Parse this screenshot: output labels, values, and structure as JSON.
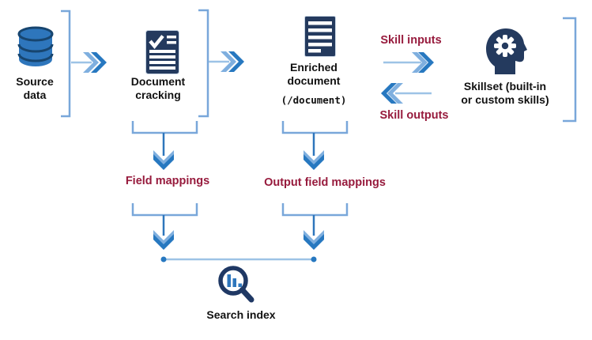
{
  "diagram": {
    "nodes": {
      "source_data": {
        "label": "Source\ndata"
      },
      "document_cracking": {
        "label": "Document\ncracking"
      },
      "enriched_document": {
        "label": "Enriched\ndocument",
        "path": "(/document)"
      },
      "skillset": {
        "label": "Skillset (built-in\nor custom skills)"
      },
      "search_index": {
        "label": "Search index"
      }
    },
    "labels": {
      "skill_inputs": "Skill inputs",
      "skill_outputs": "Skill outputs",
      "field_mappings": "Field mappings",
      "output_field_mappings": "Output field mappings"
    },
    "icons": {
      "source_data": "database-icon",
      "document_cracking": "document-check-icon",
      "enriched_document": "document-text-icon",
      "skillset": "head-gear-icon",
      "search_index": "magnifier-chart-icon"
    },
    "colors": {
      "primary_blue": "#2e76bc",
      "chevron_light_blue": "#7fafdf",
      "line_light_blue": "#9dc3e6",
      "bracket_blue": "#79a7da",
      "icon_navy": "#243a5e",
      "magnifier_navy": "#1f3864",
      "label_red": "#971b3d",
      "label_black": "#111111"
    }
  }
}
